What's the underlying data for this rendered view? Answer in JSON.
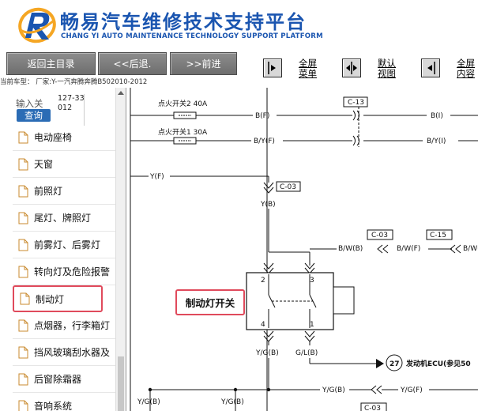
{
  "header": {
    "title": "畅易汽车维修技术支持平台",
    "subtitle": "CHANG YI AUTO MAINTENANCE TECHNOLOGY SUPPORT PLATFORM"
  },
  "toolbar": {
    "home": "返回主目录",
    "back": "<<后退.",
    "forward": ">>前进",
    "full_menu_1": "全屏",
    "full_menu_2": "菜单",
    "default_view_1": "默认",
    "default_view_2": "视图",
    "full_content_1": "全屏",
    "full_content_2": "内容"
  },
  "car_info": "当前车型：  厂家:Y-一汽奔腾奔腾B502010-2012",
  "search": {
    "label": "输入关",
    "value": "127-33012",
    "button": "查询"
  },
  "tree": {
    "items": [
      {
        "label": "电动座椅"
      },
      {
        "label": "天窗"
      },
      {
        "label": "前照灯"
      },
      {
        "label": "尾灯、牌照灯"
      },
      {
        "label": "前雾灯、后雾灯"
      },
      {
        "label": "转向灯及危险报警"
      },
      {
        "label": "制动灯"
      },
      {
        "label": "点烟器，行李箱灯"
      },
      {
        "label": "挡风玻璃刮水器及"
      },
      {
        "label": "后窗除霜器"
      },
      {
        "label": "音响系统"
      }
    ],
    "selected_index": 6
  },
  "diagram": {
    "fuse1": "点火开关2 40A",
    "fuse2": "点火开关1 30A",
    "wire_bf": "B(F)",
    "wire_byf": "B/Y(F)",
    "wire_bi": "B(I)",
    "wire_byi": "B/Y(I)",
    "conn_c13": "C-13",
    "wire_yf": "Y(F)",
    "conn_c03a": "C-03",
    "wire_yb": "Y(B)",
    "conn_c03b": "C-03",
    "conn_c15": "C-15",
    "wire_bwb": "B/W(B)",
    "wire_bwf": "B/W(F)",
    "wire_bwi": "B/W(",
    "pin2": "2",
    "pin3": "3",
    "pin4": "4",
    "pin1": "1",
    "switch_label": "制动灯开关",
    "wire_ygb": "Y/G(B)",
    "wire_glb": "G/L(B)",
    "ecu_num": "27",
    "ecu_label": "发动机ECU(参见50",
    "wire_ygb2": "Y/G(B)",
    "wire_ygf": "Y/G(F)",
    "wire_ygb3": "Y/G(B)",
    "wire_ygb4": "Y/G(B)",
    "conn_c03c": "C-03"
  },
  "colors": {
    "brand_blue": "#1a55b0",
    "highlight_red": "#e04a5c",
    "query_button": "#2b6cb5"
  }
}
